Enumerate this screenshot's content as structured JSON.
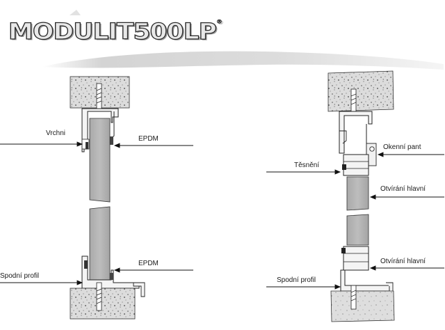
{
  "brand": {
    "logo_text": "MODULIT500LP",
    "trademark": "®"
  },
  "left_section": {
    "labels": {
      "top_profile": "Vrchni",
      "top_seal": "EPDM",
      "bottom_seal": "EPDM",
      "bottom_profile": "Spodní profil"
    }
  },
  "right_section": {
    "labels": {
      "window_hinge": "Okenní pant",
      "seal": "Těsnění",
      "main_opening_upper": "Otvírání hlavní",
      "main_opening_lower": "Otvírání hlavní",
      "bottom_profile": "Spodní profil"
    }
  },
  "colors": {
    "concrete": "#d9d9d9",
    "pane": "#b5b5b5",
    "line": "#2a2a2a",
    "banner_shadow": "#bdbdbd"
  }
}
